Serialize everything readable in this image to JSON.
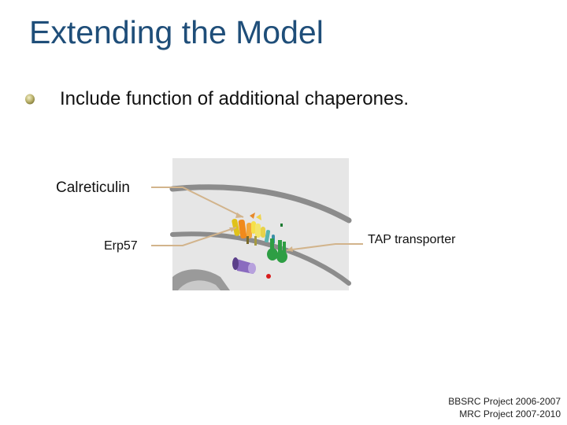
{
  "slide": {
    "title": "Extending the Model",
    "bullets": [
      {
        "text": "Include function of additional chaperones."
      }
    ]
  },
  "diagram": {
    "labels": {
      "calreticulin": "Calreticulin",
      "erp57": "Erp57",
      "tap": "TAP transporter"
    }
  },
  "credits": {
    "line1": "BBSRC Project 2006-2007",
    "line2": "MRC Project 2007-2010"
  },
  "colors": {
    "title": "#1f4e79",
    "leader_line": "#d2b48c",
    "panel_bg": "#e6e6e6",
    "membrane": "#8c8c8c",
    "tap_green": "#2e9e44",
    "purple": "#8a6bbf",
    "red_dot": "#d81c1c"
  }
}
